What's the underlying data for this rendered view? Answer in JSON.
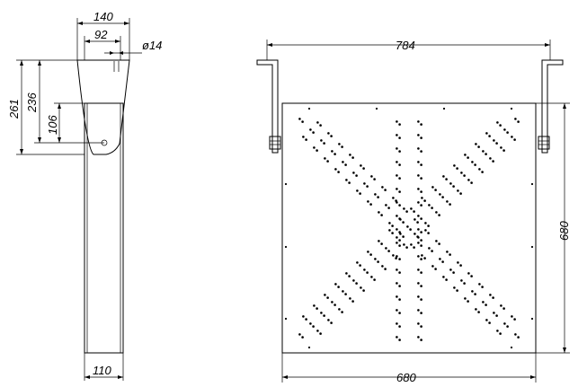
{
  "side_view": {
    "width_140": "140",
    "width_92": "92",
    "hole_diameter": "ø14",
    "height_261": "261",
    "height_236": "236",
    "height_106": "106",
    "bottom_width": "110"
  },
  "front_view": {
    "overall_width": "784",
    "panel_height": "680",
    "panel_width": "680"
  }
}
